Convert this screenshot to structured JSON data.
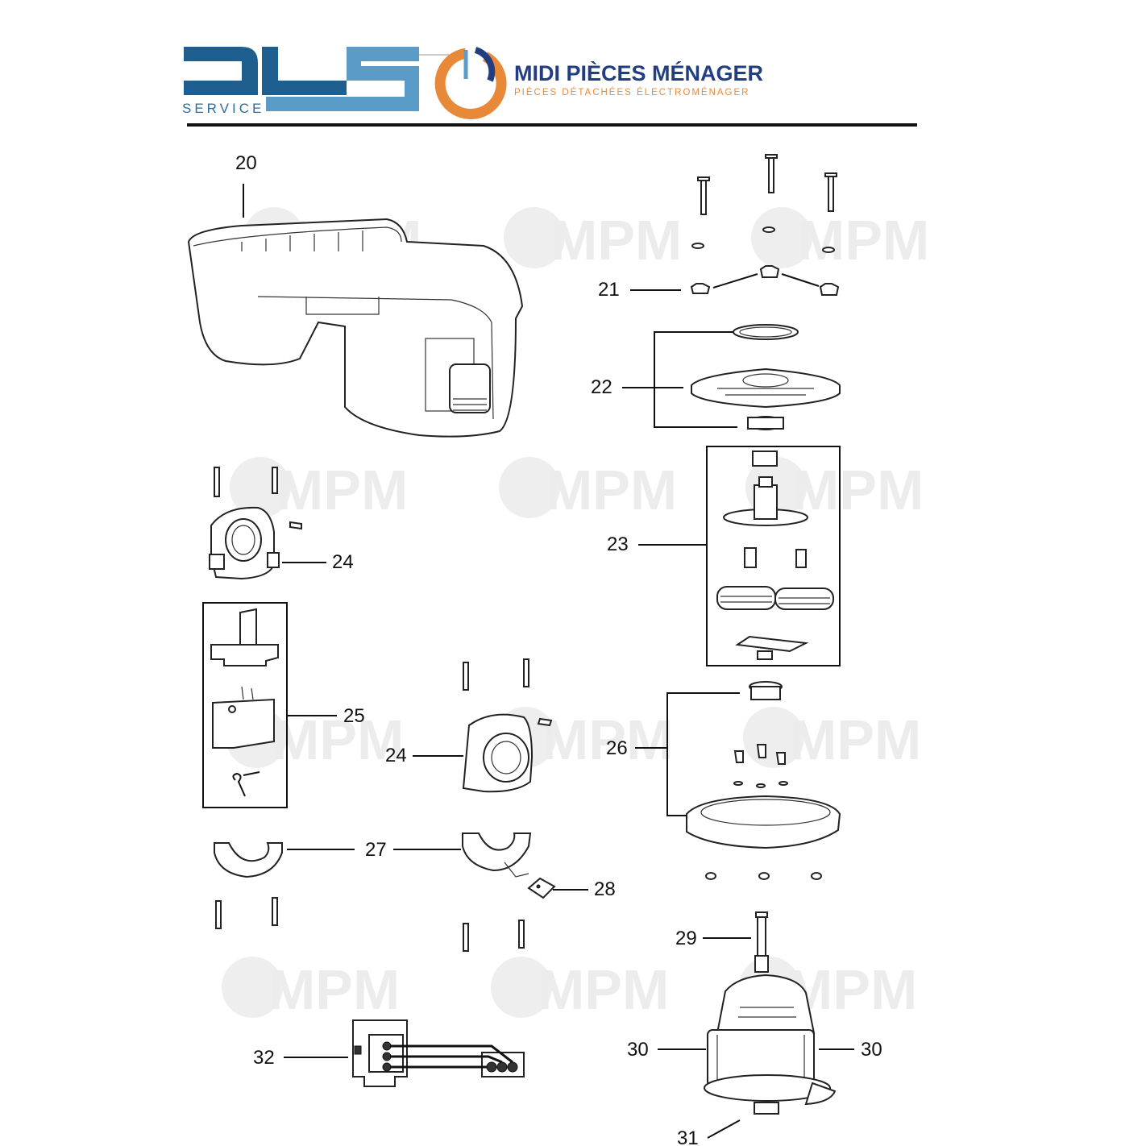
{
  "header": {
    "brand_left_letters": "DLS",
    "brand_left_caption": "SERVICE",
    "brand_right_title": "MIDI PIÈCES MÉNAGER",
    "brand_right_subtitle": "PIÈCES DÉTACHÉES ÉLECTROMÉNAGER",
    "colors": {
      "dls_dark": "#1f5f8f",
      "dls_light": "#5a9bc8",
      "mpm_navy": "#233e80",
      "mpm_orange": "#e8893a"
    }
  },
  "watermark": "MPM",
  "callouts": {
    "c20": "20",
    "c21": "21",
    "c22": "22",
    "c23": "23",
    "c24a": "24",
    "c24b": "24",
    "c25": "25",
    "c26": "26",
    "c27a": "27",
    "c28": "28",
    "c29": "29",
    "c30a": "30",
    "c30b": "30",
    "c31": "31",
    "c32": "32"
  }
}
